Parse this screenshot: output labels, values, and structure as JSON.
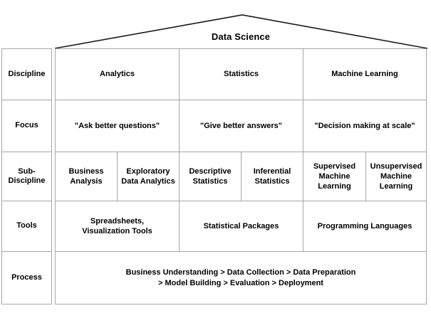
{
  "diagram": {
    "title": "Data Science",
    "border_color": "#a6a6a6",
    "roof_color": "#1a1a1a",
    "text_color": "#000000",
    "row_labels": {
      "discipline": "Discipline",
      "focus": "Focus",
      "sub_discipline": "Sub-\nDiscipline",
      "tools": "Tools",
      "process": "Process"
    },
    "discipline": {
      "analytics": "Analytics",
      "statistics": "Statistics",
      "machine_learning": "Machine Learning"
    },
    "focus": {
      "analytics": "\"Ask better questions\"",
      "statistics": "\"Give better answers\"",
      "machine_learning": "\"Decision making at scale\""
    },
    "sub_discipline": {
      "business_analysis": "Business\nAnalysis",
      "exploratory_data_analytics": "Exploratory\nData Analytics",
      "descriptive_statistics": "Descriptive\nStatistics",
      "inferential_statistics": "Inferential\nStatistics",
      "supervised_ml": "Supervised\nMachine\nLearning",
      "unsupervised_ml": "Unsupervised\nMachine\nLearning"
    },
    "tools": {
      "analytics": "Spreadsheets,\nVisualization Tools",
      "statistics": "Statistical Packages",
      "machine_learning": "Programming Languages"
    },
    "process": {
      "steps": "Business Understanding > Data Collection > Data Preparation\n> Model Building > Evaluation > Deployment"
    }
  }
}
